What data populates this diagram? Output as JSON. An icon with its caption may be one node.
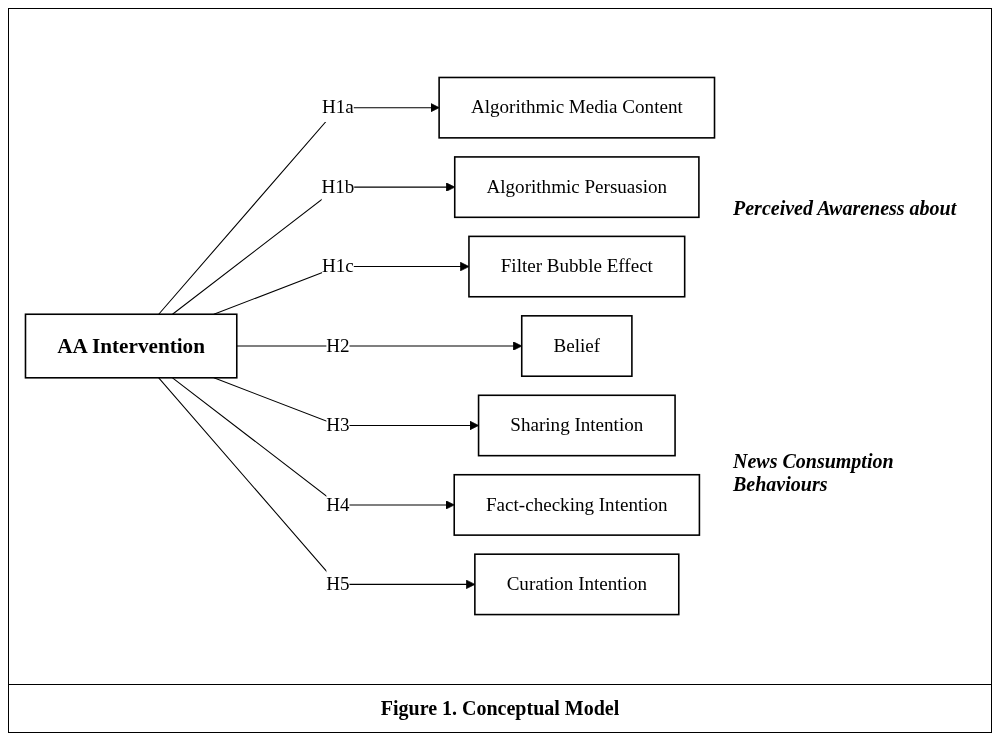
{
  "diagram": {
    "caption": "Figure 1. Conceptual Model",
    "nodes": [
      {
        "text": [
          "AA Intervention"
        ]
      },
      {
        "text": [
          "Algorithmic Media Content"
        ]
      },
      {
        "text": [
          "Algorithmic Persuasion"
        ]
      },
      {
        "text": [
          "Filter Bubble Effect"
        ]
      },
      {
        "text": [
          "Belief"
        ]
      },
      {
        "text": [
          "Sharing Intention"
        ]
      },
      {
        "text": [
          "Fact-checking Intention"
        ]
      },
      {
        "text": [
          "Curation Intention"
        ]
      }
    ],
    "edges": [
      {
        "from": 0,
        "to": 1,
        "arrow": "to",
        "label": "H1a"
      },
      {
        "from": 0,
        "to": 2,
        "arrow": "to",
        "label": "H1b"
      },
      {
        "from": 0,
        "to": 3,
        "arrow": "to",
        "label": "H1c"
      },
      {
        "from": 0,
        "to": 4,
        "arrow": "to",
        "label": "H2"
      },
      {
        "from": 0,
        "to": 5,
        "arrow": "to",
        "label": "H3"
      },
      {
        "from": 0,
        "to": 6,
        "arrow": "to",
        "label": "H4"
      },
      {
        "from": 0,
        "to": 7,
        "arrow": "to",
        "label": "H5"
      }
    ],
    "labels": [
      "Perceived Awareness about",
      "News Consumption Behaviours"
    ]
  }
}
